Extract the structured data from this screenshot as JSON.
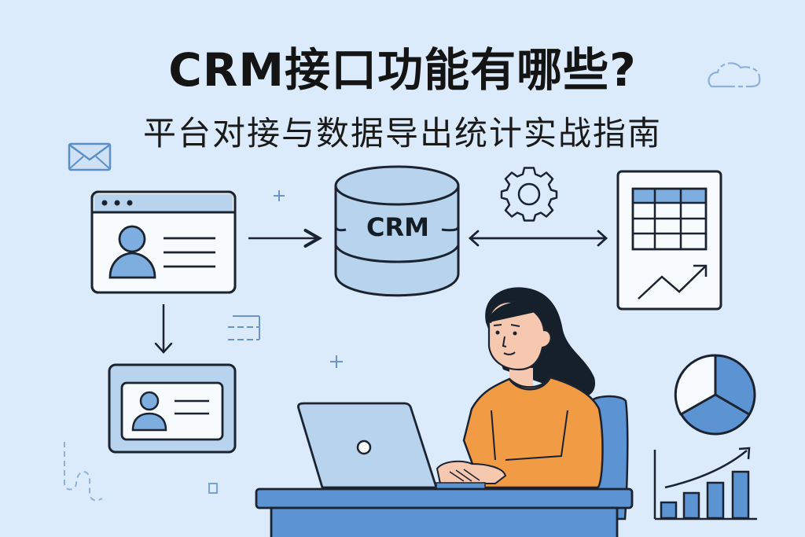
{
  "header": {
    "title": "CRM接口功能有哪些?",
    "subtitle": "平台对接与数据导出统计实战指南"
  },
  "diagram": {
    "nodes": [
      {
        "id": "source-app-window",
        "icon": "browser-window-user-profile-icon"
      },
      {
        "id": "crm-database",
        "label": "CRM",
        "icon": "database-cylinder-icon"
      },
      {
        "id": "report-document",
        "icon": "spreadsheet-trend-report-icon"
      },
      {
        "id": "contact-card",
        "icon": "id-card-icon"
      }
    ],
    "edges": [
      {
        "from": "source-app-window",
        "to": "crm-database",
        "type": "one-way-arrow"
      },
      {
        "from": "crm-database",
        "to": "report-document",
        "type": "two-way-arrow"
      },
      {
        "from": "source-app-window",
        "to": "contact-card",
        "type": "one-way-arrow"
      }
    ],
    "crm_label": "CRM"
  },
  "decorations": [
    "envelope-icon",
    "gear-icon",
    "cloud-icon",
    "pie-chart-icon",
    "bar-chart-growth-icon",
    "plus-icon",
    "grid-icon",
    "squiggle-line",
    "small-square"
  ],
  "illustration": {
    "subject": "woman-working-on-laptop-at-desk"
  },
  "colors": {
    "background": "#dcebfb",
    "accent_blue": "#5b93d3",
    "light_blue": "#b8d3ee",
    "outline": "#1b2330",
    "shirt_orange": "#f29b45",
    "skin": "#f6c8b0",
    "hair": "#16202b"
  }
}
